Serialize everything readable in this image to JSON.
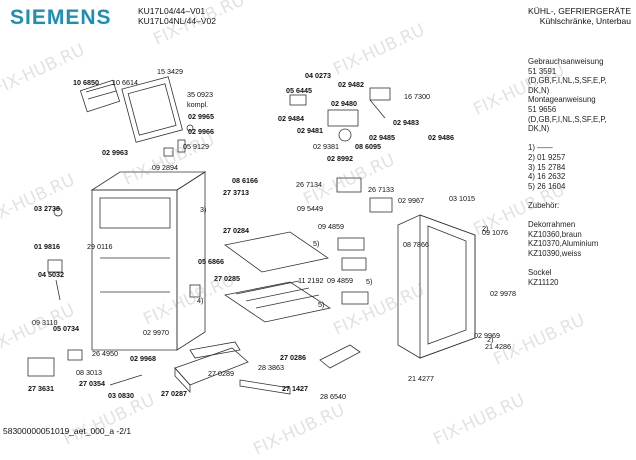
{
  "header": {
    "brand": "SIEMENS",
    "model_1": "KU17L04/44–V01",
    "model_2": "KU17L04NL/44–V02",
    "category_1": "KÜHL-, GEFRIERGERÄTE",
    "category_2": "Kühlschränke, Unterbau"
  },
  "side_info": [
    "Gebrauchsanweisung",
    "51 3591",
    "(D,GB,F,I,NL,S,SF,E,P,",
    "DK,N)",
    "Montageanweisung",
    "51 9656",
    "(D,GB,F,I,NL,S,SF,E,P,",
    "DK,N)",
    "",
    "1) ——",
    "2)   01 9257",
    "3)   15 2784",
    "4)   16 2632",
    "5)   26 1604",
    "",
    "Zubehör:",
    "",
    "Dekorrahmen",
    "KZ10360,braun",
    "KZ10370,Aluminium",
    "KZ10390,weiss",
    "",
    "Sockel",
    "KZ11120"
  ],
  "parts": [
    {
      "label": "10 6850",
      "bold": true
    },
    {
      "label": "10 6614",
      "bold": false
    },
    {
      "label": "15 3429",
      "bold": false
    },
    {
      "label": "35 0923",
      "bold": false
    },
    {
      "label": "kompl.",
      "bold": false
    },
    {
      "label": "02 9965",
      "bold": true
    },
    {
      "label": "02 9966",
      "bold": true
    },
    {
      "label": "02 9963",
      "bold": true
    },
    {
      "label": "05 9129",
      "bold": false
    },
    {
      "label": "09 2894",
      "bold": false
    },
    {
      "label": "04 0273",
      "bold": true
    },
    {
      "label": "05 6445",
      "bold": true
    },
    {
      "label": "02 9482",
      "bold": true
    },
    {
      "label": "02 9480",
      "bold": true
    },
    {
      "label": "16 7300",
      "bold": false
    },
    {
      "label": "02 9484",
      "bold": true
    },
    {
      "label": "02 9483",
      "bold": true
    },
    {
      "label": "02 9481",
      "bold": true
    },
    {
      "label": "02 9485",
      "bold": true
    },
    {
      "label": "02 9486",
      "bold": true
    },
    {
      "label": "02 9381",
      "bold": false
    },
    {
      "label": "08 6095",
      "bold": true
    },
    {
      "label": "02 8992",
      "bold": true
    },
    {
      "label": "08 6166",
      "bold": true
    },
    {
      "label": "26 7134",
      "bold": false
    },
    {
      "label": "26 7133",
      "bold": false
    },
    {
      "label": "02 9967",
      "bold": false
    },
    {
      "label": "03 1015",
      "bold": false
    },
    {
      "label": "09 5449",
      "bold": false
    },
    {
      "label": "09 4859",
      "bold": false
    },
    {
      "label": "08 7866",
      "bold": false
    },
    {
      "label": "09 4859",
      "bold": false
    },
    {
      "label": "09 1076",
      "bold": false
    },
    {
      "label": "03 2738",
      "bold": true
    },
    {
      "label": "27 3713",
      "bold": true
    },
    {
      "label": "27 0284",
      "bold": true
    },
    {
      "label": "01 9816",
      "bold": true
    },
    {
      "label": "29 0116",
      "bold": false
    },
    {
      "label": "05 6866",
      "bold": true
    },
    {
      "label": "27 0285",
      "bold": true
    },
    {
      "label": "04 5032",
      "bold": true
    },
    {
      "label": "11 2192",
      "bold": false
    },
    {
      "label": "09 3110",
      "bold": false
    },
    {
      "label": "05 0734",
      "bold": true
    },
    {
      "label": "02 9970",
      "bold": false
    },
    {
      "label": "02 9968",
      "bold": true
    },
    {
      "label": "26 4950",
      "bold": false
    },
    {
      "label": "08 3013",
      "bold": false
    },
    {
      "label": "27 3631",
      "bold": true
    },
    {
      "label": "27 0354",
      "bold": true
    },
    {
      "label": "03 0830",
      "bold": true
    },
    {
      "label": "27 0289",
      "bold": false
    },
    {
      "label": "27 0287",
      "bold": true
    },
    {
      "label": "28 3863",
      "bold": false
    },
    {
      "label": "27 0286",
      "bold": true
    },
    {
      "label": "27 1427",
      "bold": true
    },
    {
      "label": "28 6540",
      "bold": false
    },
    {
      "label": "21 4277",
      "bold": false
    },
    {
      "label": "21 4286",
      "bold": false
    },
    {
      "label": "02 9978",
      "bold": false
    },
    {
      "label": "02 9969",
      "bold": false
    }
  ],
  "notes": [
    "3)",
    "5)",
    "5)",
    "5)",
    "4)",
    "2)",
    "2)"
  ],
  "footer": "58300000051019_aet_000_a    -2/1",
  "watermark": "FIX-HUB.RU"
}
